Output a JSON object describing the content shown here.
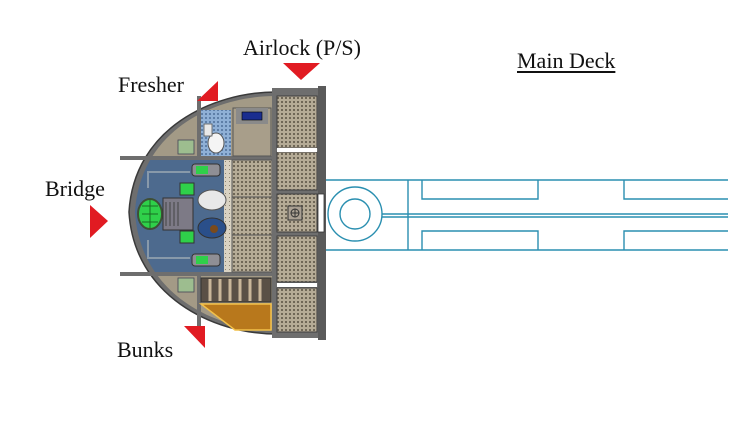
{
  "title": "Main Deck",
  "labels": {
    "airlock": "Airlock (P/S)",
    "fresher": "Fresher",
    "bridge": "Bridge",
    "bunks": "Bunks"
  },
  "colors": {
    "marker": "#e11b22",
    "hull": "#6e6e6e",
    "bridge_floor": "#4d6a8e",
    "deck_plate": "#a89e8a",
    "fresher_tile": "#7f9fc6",
    "bunk_floor": "#b8781c",
    "outline": "#2a8fb0",
    "screen": "#2fd04a"
  },
  "icons": {
    "marker": "triangle-arrow"
  }
}
